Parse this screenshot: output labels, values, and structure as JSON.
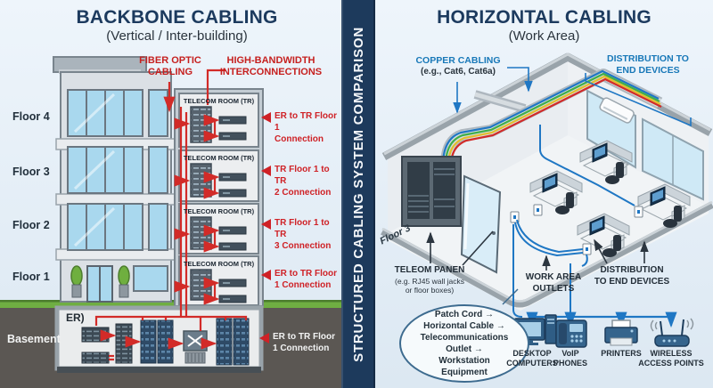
{
  "banner": {
    "label": "STRUCTURED CABLING SYSTEM COMPARISON"
  },
  "left": {
    "title": "BACKBONE CABLING",
    "subtitle": "(Vertical / Inter-building)",
    "fiber_callout": "FIBER OPTIC\nCABLING",
    "bandwidth_callout": "HIGH-BANDWIDTH\nINTERCONNECTIONS",
    "floors": [
      "Floor 4",
      "Floor 3",
      "Floor 2",
      "Floor 1"
    ],
    "basement": "Basement",
    "er_label": "ER)",
    "tr_label": "TELECOM ROOM (TR)",
    "annotations": [
      "ER to TR Floor 1\nConnection",
      "TR Floor 1 to TR\n2 Connection",
      "TR Floor 1 to TR\n3 Connection",
      "ER to TR Floor\n1 Connection",
      "ER to TR Floor\n1 Connection"
    ]
  },
  "right": {
    "title": "HORIZONTAL CABLING",
    "subtitle": "(Work Area)",
    "copper_callout": "COPPER CABLING",
    "copper_sub": "(e.g., Cat6, Cat6a)",
    "distribution_top": "DISTRIBUTION TO\nEND DEVICES",
    "floor_tag": "Floor 3",
    "telecom_panel": "TELEOM PANEN",
    "telecom_panel_sub": "(e.g. RJ45 wall jacks\nor floor boxes)",
    "work_area_outlets": "WORK AREA\nOUTLETS",
    "distribution_bottom": "DISTRIBUTION\nTO END DEVICES",
    "flow_note": "Patch Cord →\nHorizontal Cable →\nTelecommunications\nOutlet →\nWorkstation\nEquipment",
    "devices": [
      "DESKTOP\nCOMPUTERS",
      "VoIP\nPHONES",
      "PRINTERS",
      "WIRELESS\nACCESS POINTS"
    ]
  },
  "colors": {
    "accent_red": "#cf2126",
    "accent_blue": "#1878b8",
    "cable_blue": "#1f77c4",
    "banner_navy": "#1d3a5c",
    "panel_bg": "#e7f0f8",
    "soil": "#5b5753",
    "grass": "#6fae42"
  }
}
